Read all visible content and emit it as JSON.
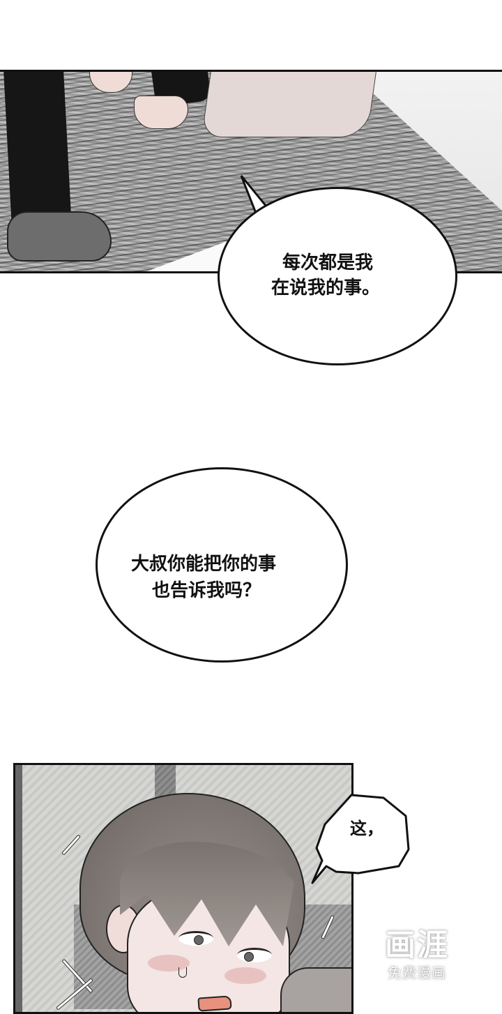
{
  "comic": {
    "panels": [
      {
        "id": "panel-1",
        "description": "Feet on a grey shaggy carpet: dark trousers with grey slipper, two bare feet, pink robe hem"
      },
      {
        "id": "panel-3",
        "description": "Young man with brown hair, flustered expression, sweat drop, blushing"
      }
    ],
    "bubbles": [
      {
        "id": "bubble-1",
        "lines": [
          "每次都是我",
          "在说我的事。"
        ]
      },
      {
        "id": "bubble-2",
        "lines": [
          "大叔你能把你的事",
          "也告诉我吗？"
        ]
      },
      {
        "id": "bubble-3",
        "lines": [
          "这，"
        ]
      }
    ]
  },
  "watermark": {
    "logo": "画涯",
    "subtitle": "免费漫画"
  },
  "colors": {
    "ink": "#111111",
    "carpet": "#9a9a9a",
    "skin": "#f3e6e4",
    "hair": "#7a726d",
    "robe": "#e4d8d6",
    "background": "#ffffff"
  }
}
